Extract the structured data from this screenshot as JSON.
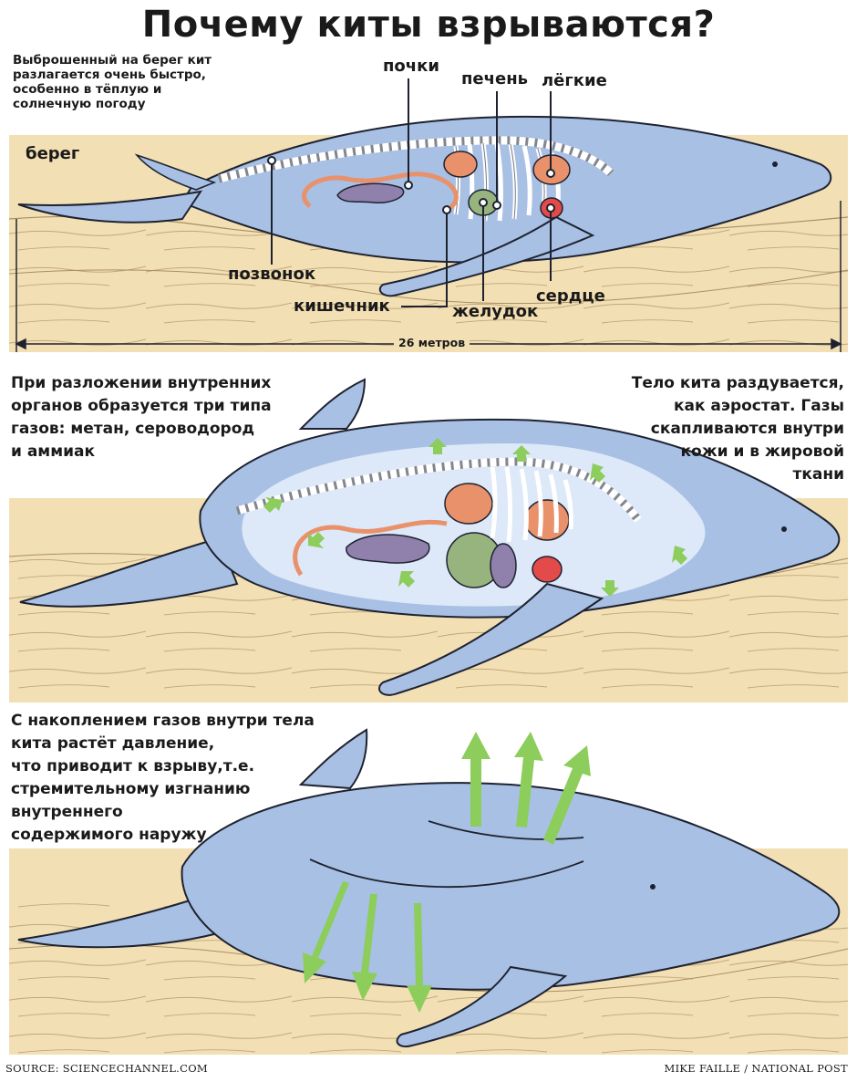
{
  "title": "Почему киты взрываются?",
  "panel1": {
    "note": "Выброшенный на берег кит\nразлагается очень быстро,\nособенно в тёплую и\nсолнечную погоду",
    "shore_label": "берег",
    "length_label": "26 метров",
    "labels": {
      "kidneys": "почки",
      "liver": "печень",
      "lungs": "лёгкие",
      "vertebra": "позвонок",
      "intestine": "кишечник",
      "stomach": "желудок",
      "heart": "сердце"
    }
  },
  "panel2": {
    "note_left": "При разложении внутренних\nорганов образуется три типа\nгазов: метан, сероводород\nи аммиак",
    "note_right": "Тело кита раздувается,\nкак аэростат. Газы\nскапливаются внутри\nкожи и в жировой\nткани"
  },
  "panel3": {
    "note": "С накоплением газов внутри тела\nкита растёт давление,\nчто приводит к взрыву,т.е.\nстремительному изгнанию\nвнутреннего\nсодержимого наружу"
  },
  "footer": {
    "source": "SOURCE: SCIENCECHANNEL.COM",
    "credit": "MIKE FAILLE  / NATIONAL POST"
  },
  "colors": {
    "sand": "#f3dfb4",
    "whale_skin": "#a8c0e4",
    "outline": "#1e2230",
    "gas_arrow": "#8ccd5c",
    "intestine": "#e8916a",
    "kidney": "#8f80ac",
    "liver": "#e8916a",
    "stomach_fill": "#97b47e",
    "heart": "#e34a4a"
  }
}
